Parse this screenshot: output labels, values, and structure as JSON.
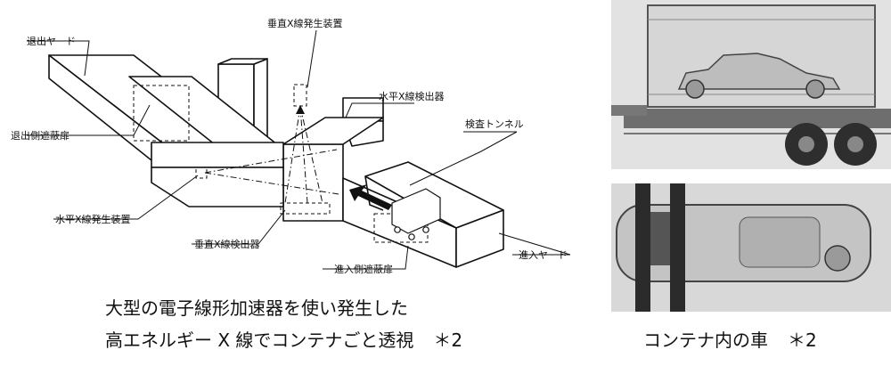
{
  "diagram": {
    "labels": {
      "exit_yard": "退出ヤード",
      "vertical_generator": "垂直X線発生装置",
      "horizontal_detector": "水平X線検出器",
      "inspection_tunnel": "検査トンネル",
      "exit_shield_door": "退出側遮蔽扉",
      "horizontal_generator": "水平X線発生装置",
      "vertical_detector": "垂直X線検出器",
      "entry_shield_door": "進入側遮蔽扉",
      "entry_yard": "進入ヤード"
    }
  },
  "captions": {
    "line1": "大型の電子線形加速器を使い発生した",
    "line2": "高エネルギー X 線でコンテナごと透視",
    "line2_note": "＊2",
    "photo_caption": "コンテナ内の車",
    "photo_note": "＊2"
  }
}
